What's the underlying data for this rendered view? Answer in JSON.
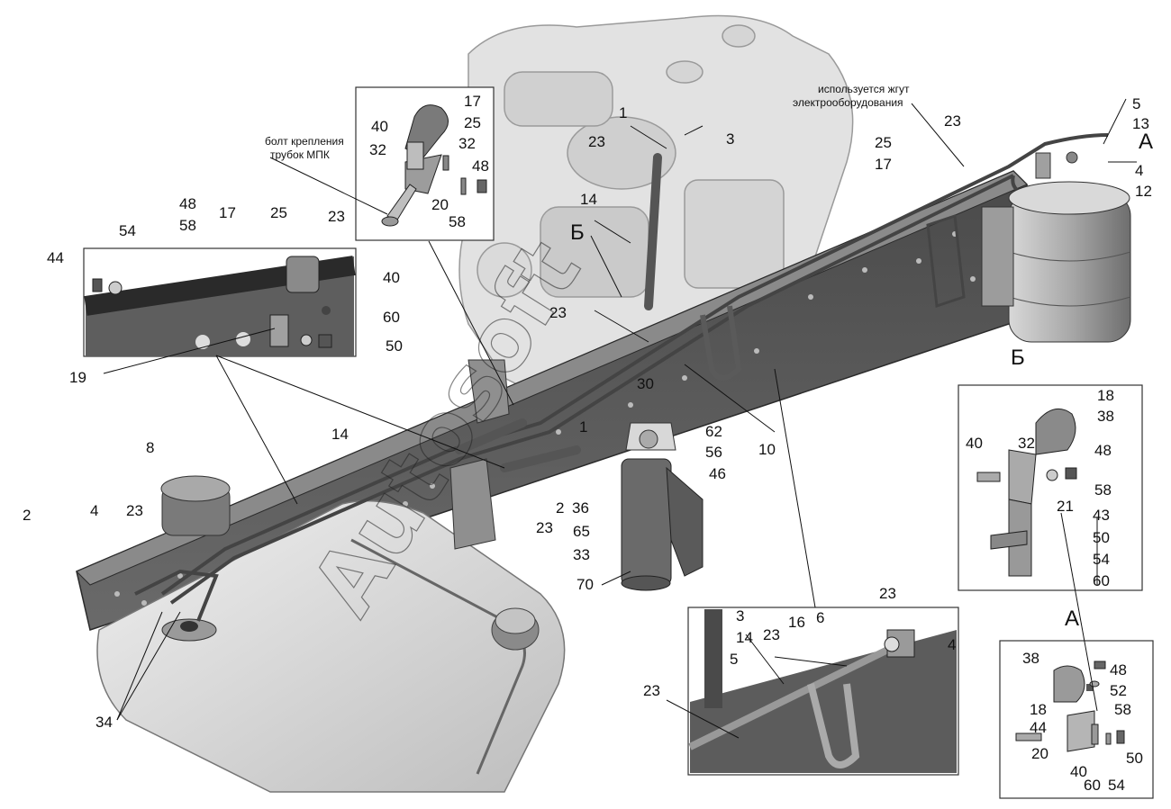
{
  "diagram": {
    "callouts": {
      "bolt_caption_1": "болт крепления",
      "bolt_caption_2": "трубок МПК",
      "harness_caption_1": "используется жгут",
      "harness_caption_2": "электрооборудования"
    },
    "view_letters": {
      "A_main": "А",
      "B_main": "Б",
      "B_bottom": "Б",
      "A_inset_title": "А"
    },
    "labels": {
      "l17a": "17",
      "l25a": "25",
      "l40a": "40",
      "l32a": "32",
      "l32b": "32",
      "l48a": "48",
      "l20a": "20",
      "l58a": "58",
      "l48b": "48",
      "l58b": "58",
      "l17b": "17",
      "l25b": "25",
      "l23a": "23",
      "l44a": "44",
      "l54a": "54",
      "l40b": "40",
      "l60a": "60",
      "l50a": "50",
      "l19": "19",
      "l1a": "1",
      "l3a": "3",
      "l23b": "23",
      "l14a": "14",
      "l25c": "25",
      "l17c": "17",
      "l23c": "23",
      "l5a": "5",
      "l13": "13",
      "l4a": "4",
      "l12": "12",
      "l23d": "23",
      "l30": "30",
      "l1b": "1",
      "l62": "62",
      "l56": "56",
      "l46": "46",
      "l10": "10",
      "l2a": "2",
      "l36": "36",
      "l65": "65",
      "l33": "33",
      "l23e": "23",
      "l70": "70",
      "l8": "8",
      "l14b": "14",
      "l2b": "2",
      "l4b": "4",
      "l23f": "23",
      "l34": "34",
      "l18a": "18",
      "l38a": "38",
      "l40c": "40",
      "l32c": "32",
      "l48c": "48",
      "l58c": "58",
      "l21": "21",
      "l43": "43",
      "l50b": "50",
      "l54b": "54",
      "l60b": "60",
      "l3b": "3",
      "l14c": "14",
      "l23g": "23",
      "l16": "16",
      "l6": "6",
      "l23h": "23",
      "l4c": "4",
      "l5b": "5",
      "l23i": "23",
      "l38b": "38",
      "l48d": "48",
      "l52": "52",
      "l18b": "18",
      "l58d": "58",
      "l44b": "44",
      "l20b": "20",
      "l40d": "40",
      "l60c": "60",
      "l54c": "54",
      "l50c": "50"
    },
    "watermark": "Autosoft"
  }
}
